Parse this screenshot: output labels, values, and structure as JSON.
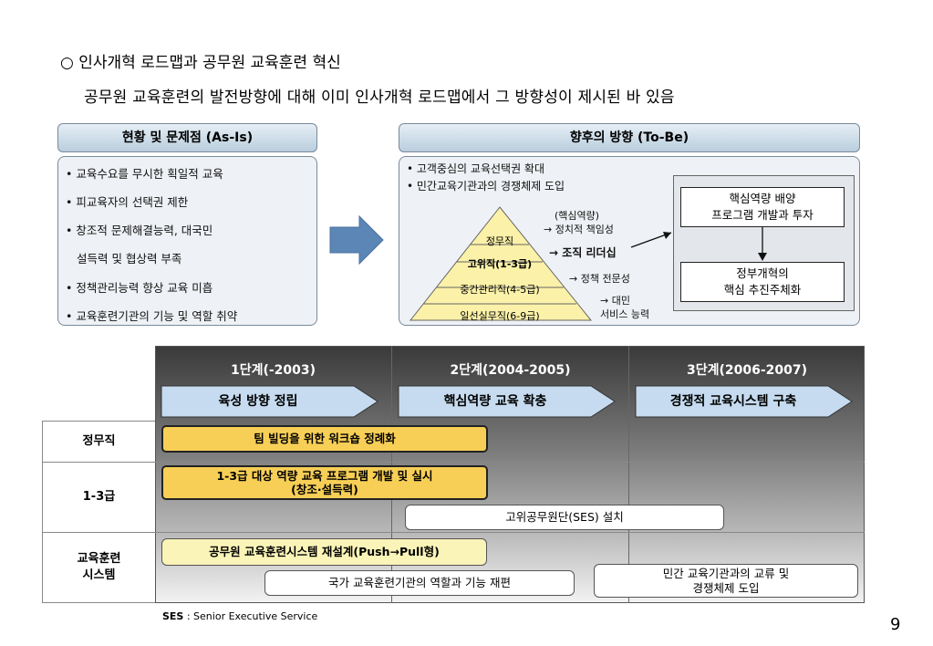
{
  "title": "○ 인사개혁 로드맵과 공무원 교육훈련 혁신",
  "subtitle": "공무원 교육훈련의 발전방향에 대해 이미 인사개혁 로드맵에서 그 방향성이 제시된 바 있음",
  "as_is": {
    "header": "현황 및 문제점 (As-Is)",
    "items": [
      "• 교육수요를 무시한 획일적 교육",
      "• 피교육자의 선택권 제한",
      "• 창조적 문제해결능력, 대국민",
      "설득력 및 협상력 부족",
      "• 정책관리능력 향상 교육 미흡",
      "• 교육훈련기관의 기능 및 역할 취약"
    ]
  },
  "to_be": {
    "header": "향후의 방향 (To-Be)",
    "items": [
      "• 고객중심의 교육선택권 확대",
      "• 민간교육기관과의 경쟁체제 도입"
    ],
    "pyramid_levels": [
      "정무직",
      "고위직(1-3급)",
      "중간관리직(4-5급)",
      "일선실무직(6-9급)"
    ],
    "notes": {
      "n1a": "(핵심역량)",
      "n1b": "→ 정치적 책임성",
      "n2": "→ 조직 리더십",
      "n3": "→ 정책 전문성",
      "n4a": "→ 대민",
      "n4b": "서비스 능력"
    },
    "box1_line1": "핵심역량 배양",
    "box1_line2": "프로그램 개발과 투자",
    "box2_line1": "정부개혁의",
    "box2_line2": "핵심 추진주체화"
  },
  "roadmap": {
    "phases": [
      "1단계(-2003)",
      "2단계(2004-2005)",
      "3단계(2006-2007)"
    ],
    "arrows": [
      "육성 방향 정립",
      "핵심역량 교육 확충",
      "경쟁적 교육시스템 구축"
    ],
    "rows": [
      "정무직",
      "1-3급",
      "교육훈련",
      "시스템"
    ],
    "tasks": {
      "t1": "팀 빌딩을 위한 워크숍 정례화",
      "t2a": "1-3급 대상 역량 교육 프로그램 개발 및 실시",
      "t2b": "(창조·설득력)",
      "t3": "고위공무원단(SES) 설치",
      "t4": "공무원 교육훈련시스템 재설계(Push→Pull형)",
      "t5": "국가 교육훈련기관의 역할과 기능 재편",
      "t6a": "민간 교육기관과의 교류 및",
      "t6b": "경쟁체제 도입"
    }
  },
  "footnote_abbr": "SES",
  "footnote_text": " : Senior Executive Service",
  "page_number": "9",
  "colors": {
    "header_blue": "#c8d8e6",
    "arrow_blue": "#5b86b6",
    "task_yellow": "#f7cf56",
    "chevron_blue": "#c6dbef"
  }
}
